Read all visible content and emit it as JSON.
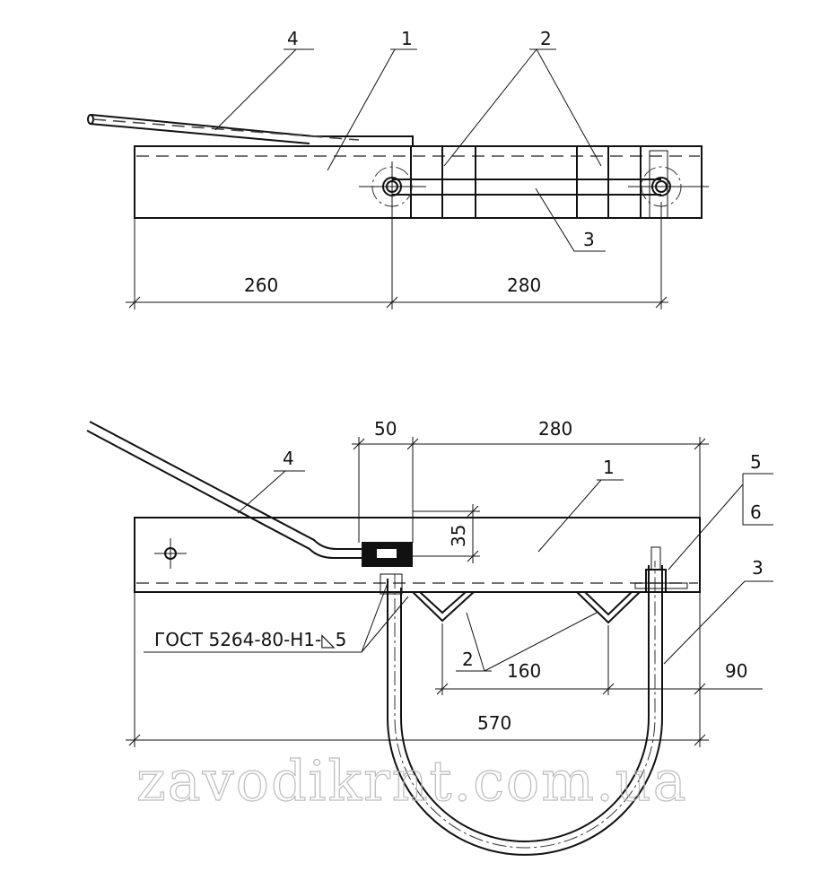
{
  "top_view": {
    "callouts": {
      "c1": "1",
      "c2": "2",
      "c3": "3",
      "c4": "4"
    },
    "dims": {
      "d260": "260",
      "d280": "280"
    }
  },
  "side_view": {
    "callouts": {
      "c1": "1",
      "c2": "2",
      "c3": "3",
      "c4": "4",
      "c5": "5",
      "c6": "6"
    },
    "dims": {
      "d50": "50",
      "d280": "280",
      "d35": "35",
      "d160": "160",
      "d90": "90",
      "d570": "570"
    },
    "weld_note": "ГОСТ 5264-80-Н1-◺5"
  },
  "watermark": "zavodikrnt.com.ua"
}
